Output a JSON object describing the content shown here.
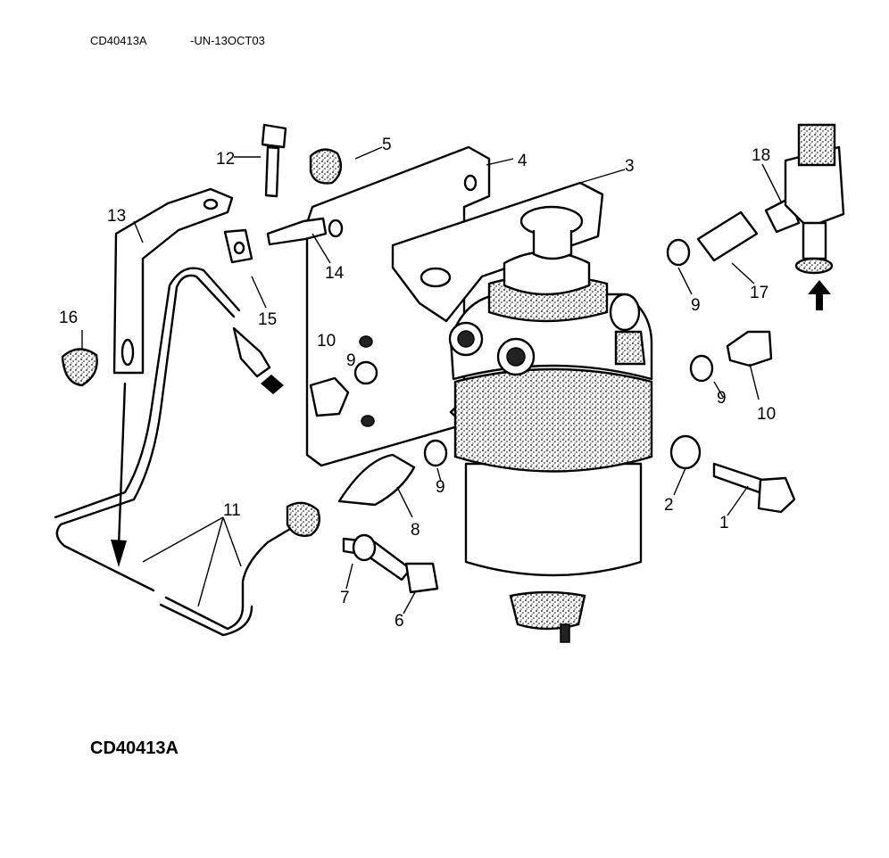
{
  "header": {
    "code": "CD40413A",
    "date_code": "-UN-13OCT03"
  },
  "figure_id": "CD40413A",
  "callouts": [
    "1",
    "2",
    "3",
    "4",
    "5",
    "6",
    "7",
    "8",
    "9",
    "9",
    "9",
    "9",
    "10",
    "10",
    "11",
    "12",
    "13",
    "14",
    "15",
    "16",
    "17",
    "18"
  ]
}
